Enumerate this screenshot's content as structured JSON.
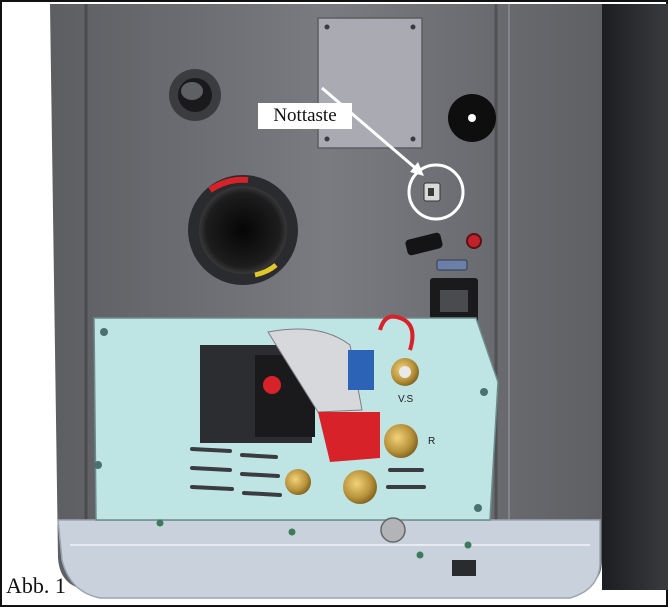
{
  "callout": {
    "label": "Nottaste"
  },
  "figure": {
    "caption": "Abb. 1"
  },
  "markings": {
    "vs": "V.S",
    "r": "R"
  },
  "colors": {
    "housing": "#6e6f73",
    "housing_dark": "#3b3c40",
    "right_side": "#2a2b2e",
    "base_plate": "#c9d2dc",
    "mounting_plate": "#bfe4e4",
    "brass": "#b8933a",
    "pump_red": "#d8222a",
    "highlight_circle": "#ffffff"
  },
  "icons": {
    "reset_button": "small-push-button-icon",
    "callout_arrow": "arrow-icon",
    "highlight": "circle-highlight-icon"
  }
}
